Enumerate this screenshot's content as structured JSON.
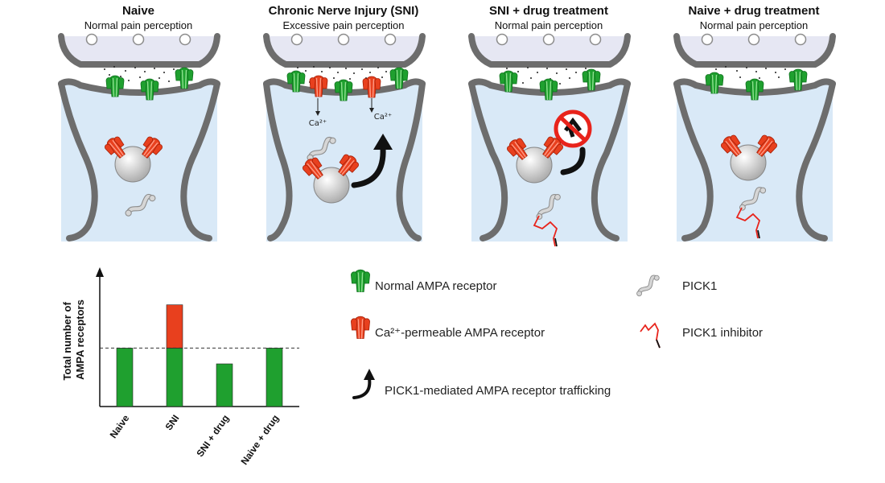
{
  "panels": [
    {
      "title": "Naive",
      "subtitle": "Normal pain perception"
    },
    {
      "title": "Chronic Nerve Injury (SNI)",
      "subtitle": "Excessive pain perception"
    },
    {
      "title": "SNI + drug treatment",
      "subtitle": "Normal pain perception"
    },
    {
      "title": "Naive + drug treatment",
      "subtitle": "Normal pain perception"
    }
  ],
  "ion_labels": {
    "left": "Ca²⁺",
    "right": "Ca²⁺"
  },
  "legend": {
    "normal_ampa": "Normal AMPA receptor",
    "ca_ampa": "Ca²⁺-permeable AMPA receptor",
    "trafficking": "PICK1-mediated AMPA receptor trafficking",
    "pick1": "PICK1",
    "inhibitor": "PICK1 inhibitor"
  },
  "colors": {
    "normal": "#1fa02f",
    "permeable": "#e8401e",
    "membrane": "#6d6d6d",
    "cytoplasm": "#d9e9f7"
  },
  "chart_data": {
    "type": "bar",
    "ylabel": "Total number of AMPA receptors",
    "categories": [
      "Naive",
      "SNI",
      "SNI + drug",
      "Naive + drug"
    ],
    "series": [
      {
        "name": "Normal AMPA receptor",
        "color": "#1fa02f",
        "values": [
          1.0,
          1.0,
          0.73,
          1.0
        ]
      },
      {
        "name": "Ca²⁺-permeable AMPA receptor",
        "color": "#e8401e",
        "values": [
          0,
          0.74,
          0,
          0
        ]
      }
    ],
    "reference_line": 1.0,
    "ylim": [
      0,
      2.3
    ],
    "grid": false
  }
}
